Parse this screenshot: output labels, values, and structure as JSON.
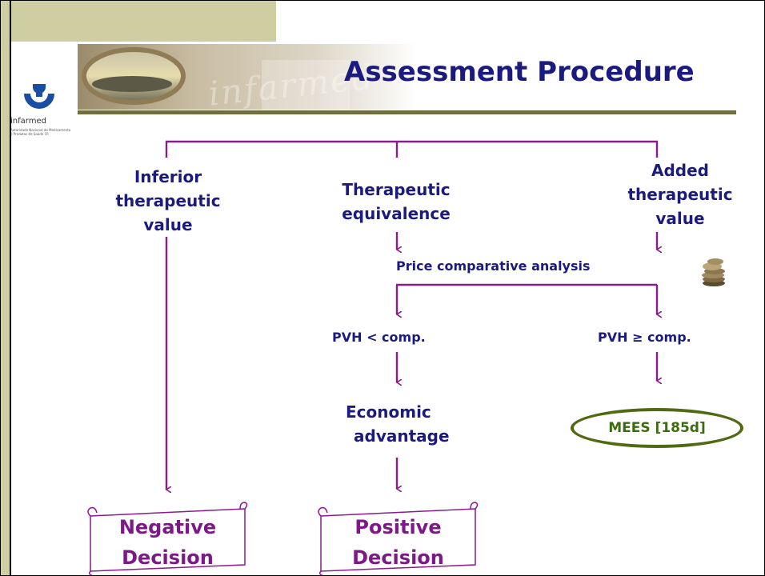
{
  "header": {
    "title": "Assessment Procedure",
    "logo_name": "infarmed",
    "logo_subtitle": "Autoridade Nacional do Medicamento e Produtos de Saúde I.P.",
    "banner_word": "infarmed"
  },
  "flow": {
    "branch_inferior": [
      "Inferior",
      "therapeutic",
      "value"
    ],
    "branch_equivalence": [
      "Therapeutic",
      "equivalence"
    ],
    "branch_added": [
      "Added",
      "therapeutic",
      "value"
    ],
    "price_analysis": "Price comparative analysis",
    "pvh_lower": "PVH < comp.",
    "pvh_higher": "PVH ≥ comp.",
    "economic_advantage": [
      "Economic",
      "advantage"
    ],
    "mees": "MEES [185d]",
    "negative_decision": [
      "Negative",
      "Decision"
    ],
    "positive_decision": [
      "Positive",
      "Decision"
    ]
  },
  "colors": {
    "line": "#8b1a8b",
    "title": "#1b1b7f",
    "decision": "#7b1a86",
    "mees": "#3d6b10",
    "band": "#cfcea3"
  },
  "icons": [
    "coins-icon"
  ]
}
